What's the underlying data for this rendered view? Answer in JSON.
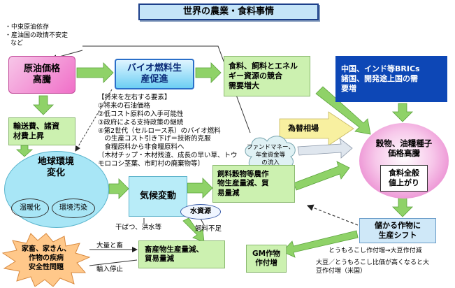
{
  "title": "世界の農業・食料事情",
  "middle_east_note": [
    "・中東原油依存",
    "・産油国の政情不安定",
    "など"
  ],
  "oil_price": [
    "原油価格",
    "高騰"
  ],
  "biofuel": [
    "バイオ燃料生",
    "産促進"
  ],
  "competition": [
    "食料、飼料とエネル",
    "ギー資源の競合",
    "需要増大"
  ],
  "brics": [
    "中国、インド等BRICs",
    "諸国、開発途上国の需",
    "要増"
  ],
  "transport": [
    "輸送費、諸資",
    "材費上昇"
  ],
  "factors_title": "【将来を左右する要素】",
  "factors": [
    "①将来の石油価格",
    "②低コスト原料の入手可能性",
    "③政府による支持政策の継続",
    "④第2世代（セルロース系）のバイオ燃料",
    "　の生産コスト引き下げ＝技術的克服",
    "　食糧原料から非食糧原料へ",
    "〔木材チップ・木材残渣、成長の早い草、トウ",
    "モロコシ茎葉、市町村の廃棄物等〕"
  ],
  "exchange": "為替相場",
  "fund": [
    "ファンドマネー、",
    "年金資金等",
    "の流入"
  ],
  "grain_price": [
    "穀物、油糧種子",
    "価格高騰"
  ],
  "food_overall": [
    "食料全般",
    "値上がり"
  ],
  "environment": [
    "地球環境",
    "変化"
  ],
  "warming": "温暖化",
  "pollution": "環境汚染",
  "climate": "気候変動",
  "water": "水資源",
  "feed_grain": [
    "飼料穀物等農作",
    "物生産量減、貿",
    "易量減"
  ],
  "drought": "干ばつ、洪水等",
  "feed_shortage": "飼料不足",
  "livestock_disease": [
    "家畜、家きん、",
    "作物の疾病",
    "安全性問題"
  ],
  "mass_death": "大量と畜",
  "import_stop": "輸入停止",
  "livestock_prod": [
    "畜産物生産量減、",
    "貿易量減"
  ],
  "gm": [
    "GM作物",
    "作付増"
  ],
  "profitable": [
    "儲かる作物に",
    "生産シフト"
  ],
  "corn_shift": "とうもろこし作付増→大豆作付減",
  "soy_note": [
    "大豆／とうもろこし比価が高くなると大",
    "豆作付増（米国）"
  ],
  "colors": {
    "green_box": "#ccf1b0",
    "blue_box": "#0d47b6",
    "title_box": "#c4e4f8",
    "yellow": "#f8f0a0",
    "arrow_green": "#8fd268",
    "pink_mid": "#f0a8dc",
    "cyan": "#a8e6f6",
    "burst": "#ffc88a"
  }
}
